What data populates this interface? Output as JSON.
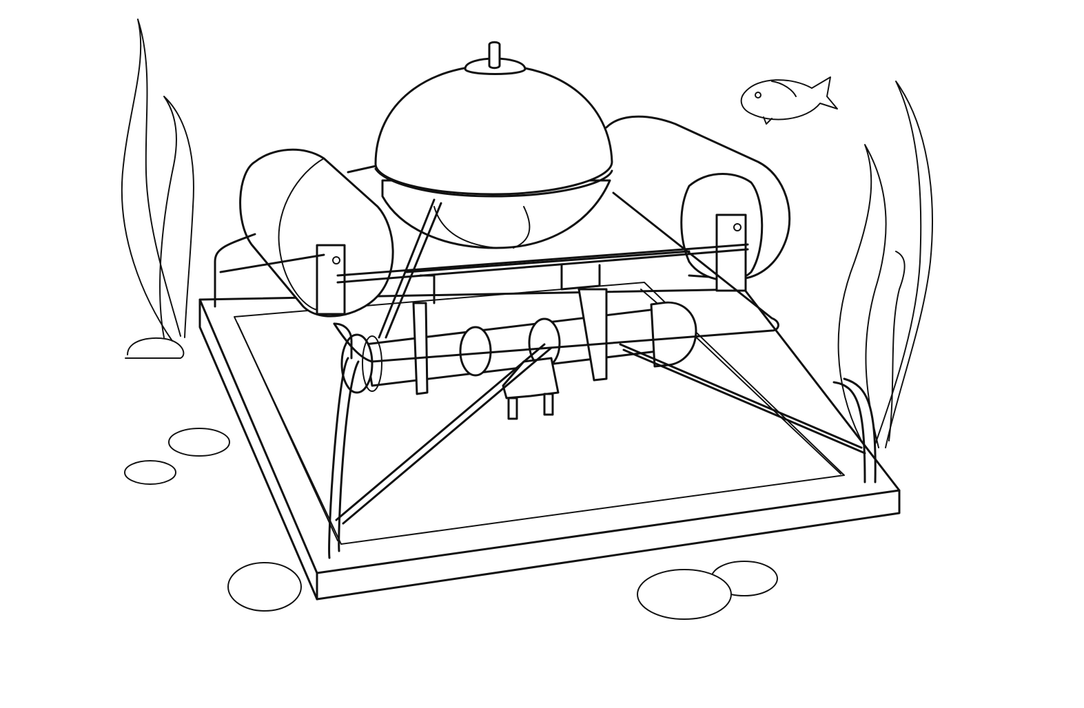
{
  "scene": {
    "description_kind": "line-art coloring page",
    "colors": {
      "line": "#111111",
      "background": "#ffffff"
    },
    "subjects": [
      "seabed-platform",
      "buoyancy-tanks",
      "dome",
      "frame",
      "motor-shaft",
      "plug",
      "fish",
      "seaweed",
      "pebbles"
    ]
  }
}
